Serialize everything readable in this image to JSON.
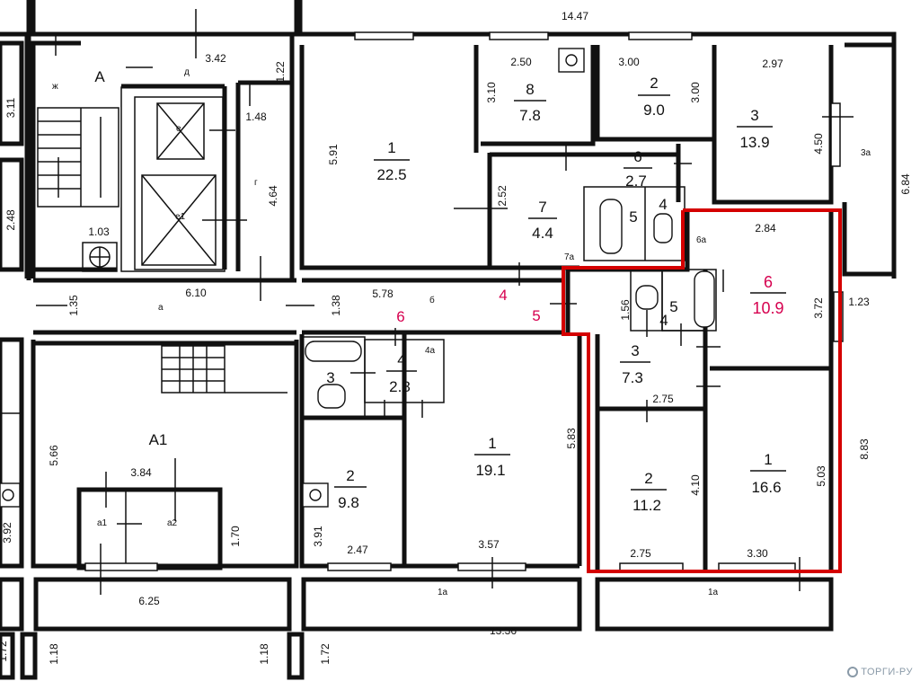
{
  "brand": {
    "text": "ТОРГИ-РУ",
    "color": "#8a9aa8"
  },
  "highlight_color": "#d40000",
  "accent_label_color": "#d6004f",
  "rooms": [
    {
      "id": "r1a",
      "num": "1",
      "area": "22.5"
    },
    {
      "id": "r8",
      "num": "8",
      "area": "7.8"
    },
    {
      "id": "r2top",
      "num": "2",
      "area": "9.0"
    },
    {
      "id": "r3top",
      "num": "3",
      "area": "13.9"
    },
    {
      "id": "r6top",
      "num": "6",
      "area": "2.7"
    },
    {
      "id": "r7",
      "num": "7",
      "area": "4.4"
    },
    {
      "id": "r6hl",
      "num": "6",
      "area": "10.9"
    },
    {
      "id": "r3hl",
      "num": "3",
      "area": "7.3"
    },
    {
      "id": "r2hl",
      "num": "2",
      "area": "11.2"
    },
    {
      "id": "r1hl",
      "num": "1",
      "area": "16.6"
    },
    {
      "id": "r4mid",
      "num": "4",
      "area": "2.8"
    },
    {
      "id": "r1mid",
      "num": "1",
      "area": "19.1"
    },
    {
      "id": "r2left",
      "num": "2",
      "area": "9.8"
    }
  ],
  "room_tags": [
    "5",
    "4",
    "5",
    "4",
    "3",
    "7а",
    "6а",
    "4а",
    "А",
    "А1",
    "а",
    "б",
    "д",
    "ж",
    "е",
    "е1",
    "г",
    "а1",
    "а2",
    "3а",
    "1а",
    "1а"
  ],
  "accent_tags": [
    "4",
    "5",
    "6"
  ],
  "dimensions": [
    "14.47",
    "3.42",
    "1.22",
    "3.11",
    "1.48",
    "2.50",
    "3.00",
    "2.97",
    "3.10",
    "3.00",
    "4.50",
    "6.84",
    "5.91",
    "4.64",
    "2.52",
    "2.48",
    "1.03",
    "1.35",
    "6.10",
    "1.38",
    "5.78",
    "1.56",
    "2.84",
    "3.72",
    "1.23",
    "5.66",
    "3.84",
    "1.70",
    "3.92",
    "6.25",
    "3.91",
    "2.47",
    "3.57",
    "5.83",
    "2.75",
    "4.10",
    "5.03",
    "8.83",
    "2.75",
    "3.30",
    "13.36",
    "1.72",
    "1.18",
    "1.18",
    "1.72"
  ]
}
